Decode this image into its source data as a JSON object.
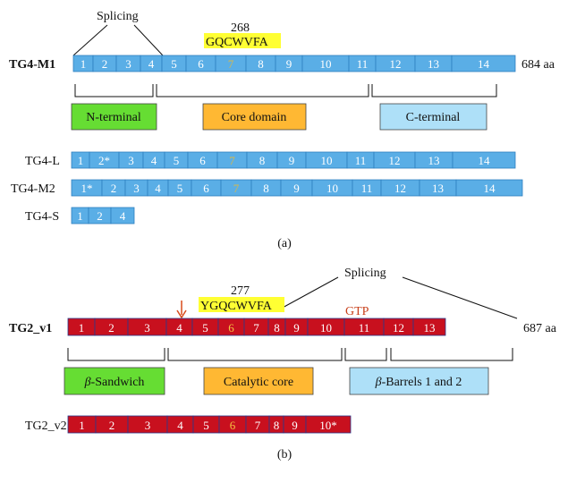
{
  "panel_a": {
    "splicing_label": "Splicing",
    "motif_position": "268",
    "motif_sequence": "GQCWVFA",
    "caption": "(a)",
    "bar_color": "#5aaee6",
    "bar_border": "#2f7fc0",
    "exon_text_color": "#ffffff",
    "highlight_exon_color": "#d8b84a",
    "isoforms": [
      {
        "name": "TG4-M1",
        "bold": true,
        "length": "684 aa",
        "exons": [
          "1",
          "2",
          "3",
          "4",
          "5",
          "6",
          "7",
          "8",
          "9",
          "10",
          "11",
          "12",
          "13",
          "14"
        ],
        "highlight": "7"
      },
      {
        "name": "TG4-L",
        "bold": false,
        "length": "",
        "exons": [
          "1",
          "2*",
          "3",
          "4",
          "5",
          "6",
          "7",
          "8",
          "9",
          "10",
          "11",
          "12",
          "13",
          "14"
        ],
        "highlight": "7"
      },
      {
        "name": "TG4-M2",
        "bold": false,
        "length": "",
        "exons": [
          "1*",
          "2",
          "3",
          "4",
          "5",
          "6",
          "7",
          "8",
          "9",
          "10",
          "11",
          "12",
          "13",
          "14"
        ],
        "highlight": "7"
      },
      {
        "name": "TG4-S",
        "bold": false,
        "length": "",
        "exons": [
          "1",
          "2",
          "4"
        ],
        "highlight": ""
      }
    ],
    "domains": [
      {
        "label": "N-terminal",
        "color": "#66dd33"
      },
      {
        "label": "Core domain",
        "color": "#ffb833"
      },
      {
        "label": "C-terminal",
        "color": "#aee0f8"
      }
    ]
  },
  "panel_b": {
    "splicing_label": "Splicing",
    "motif_position": "277",
    "motif_sequence": "YGQCWVFA",
    "gtp_label": "GTP",
    "caption": "(b)",
    "bar_color": "#c8101e",
    "bar_border": "#2a3a8c",
    "exon_text_color": "#ffffff",
    "highlight_exon_color": "#f5c242",
    "arrow_color": "#d84a1b",
    "isoforms": [
      {
        "name": "TG2_v1",
        "bold": true,
        "length": "687 aa",
        "exons": [
          "1",
          "2",
          "3",
          "4",
          "5",
          "6",
          "7",
          "8",
          "9",
          "10",
          "11",
          "12",
          "13"
        ],
        "highlight": "6"
      },
      {
        "name": "TG2_v2",
        "bold": false,
        "length": "",
        "exons": [
          "1",
          "2",
          "3",
          "4",
          "5",
          "6",
          "7",
          "8",
          "9",
          "10*"
        ],
        "highlight": "6"
      }
    ],
    "domains": [
      {
        "label": "β-Sandwich",
        "italic_prefix": "β",
        "rest": "-Sandwich",
        "color": "#66dd33"
      },
      {
        "label": "Catalytic core",
        "italic_prefix": "",
        "rest": "Catalytic core",
        "color": "#ffb833"
      },
      {
        "label": "β-Barrels 1 and 2",
        "italic_prefix": "β",
        "rest": "-Barrels 1 and 2",
        "color": "#aee0f8"
      }
    ]
  }
}
